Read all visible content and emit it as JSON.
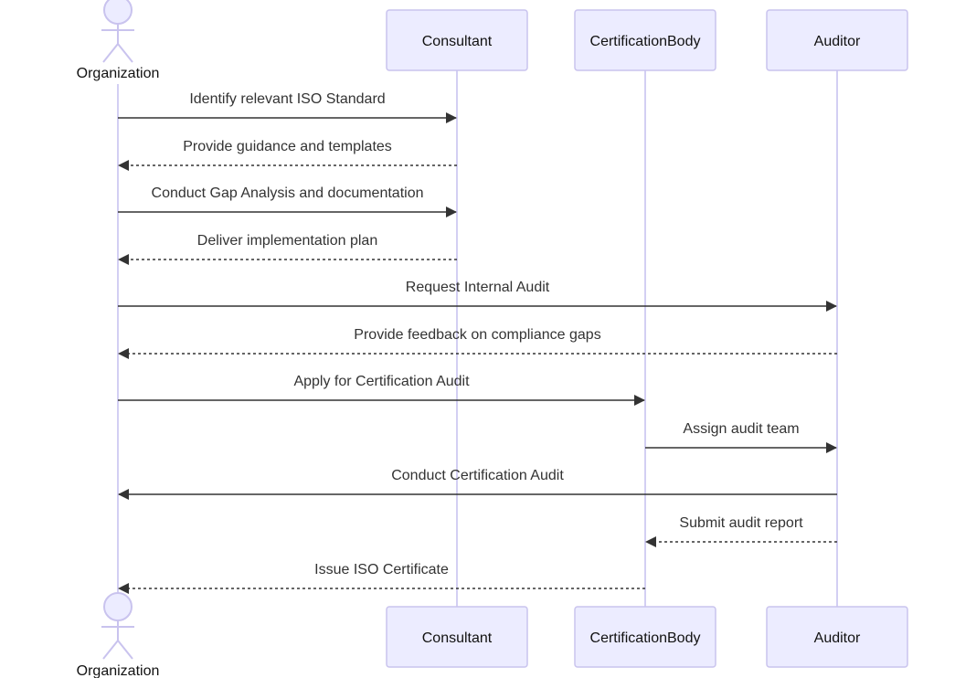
{
  "participants": [
    {
      "id": "org",
      "label": "Organization",
      "kind": "actor"
    },
    {
      "id": "consultant",
      "label": "Consultant",
      "kind": "box"
    },
    {
      "id": "certbody",
      "label": "CertificationBody",
      "kind": "box"
    },
    {
      "id": "auditor",
      "label": "Auditor",
      "kind": "box"
    }
  ],
  "messages": [
    {
      "from": "org",
      "to": "consultant",
      "text": "Identify relevant ISO Standard",
      "style": "solid"
    },
    {
      "from": "consultant",
      "to": "org",
      "text": "Provide guidance and templates",
      "style": "dashed"
    },
    {
      "from": "org",
      "to": "consultant",
      "text": "Conduct Gap Analysis and documentation",
      "style": "solid"
    },
    {
      "from": "consultant",
      "to": "org",
      "text": "Deliver implementation plan",
      "style": "dashed"
    },
    {
      "from": "org",
      "to": "auditor",
      "text": "Request Internal Audit",
      "style": "solid"
    },
    {
      "from": "auditor",
      "to": "org",
      "text": "Provide feedback on compliance gaps",
      "style": "dashed"
    },
    {
      "from": "org",
      "to": "certbody",
      "text": "Apply for Certification Audit",
      "style": "solid"
    },
    {
      "from": "certbody",
      "to": "auditor",
      "text": "Assign audit team",
      "style": "solid"
    },
    {
      "from": "auditor",
      "to": "org",
      "text": "Conduct Certification Audit",
      "style": "solid"
    },
    {
      "from": "auditor",
      "to": "certbody",
      "text": "Submit audit report",
      "style": "dashed"
    },
    {
      "from": "certbody",
      "to": "org",
      "text": "Issue ISO Certificate",
      "style": "dashed"
    }
  ],
  "colors": {
    "actor_fill": "#ECECFF",
    "actor_stroke": "#C9C3EE",
    "lifeline": "#D3CFF3",
    "arrow": "#333333"
  }
}
